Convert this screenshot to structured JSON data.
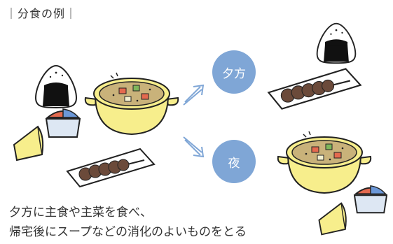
{
  "title": "｜分食の例｜",
  "labels": {
    "evening": "夕方",
    "night": "夜"
  },
  "caption": {
    "line1": "夕方に主食や主菜を食べ、",
    "line2": "帰宅後にスープなどの消化のよいものをとる"
  },
  "colors": {
    "circle": "#7fa6d6",
    "yellow": "#f7ee8c",
    "stroke": "#222222",
    "skewer": "#6b4a3a",
    "soup": "#c9b27a"
  },
  "icons": {
    "rice_ball": "onigiri",
    "soup_pot": "soup-pot",
    "skewer": "yakitori-plate",
    "cheese": "cheese-wedge",
    "yogurt": "dessert-cup",
    "arrow": "double-arrow"
  }
}
